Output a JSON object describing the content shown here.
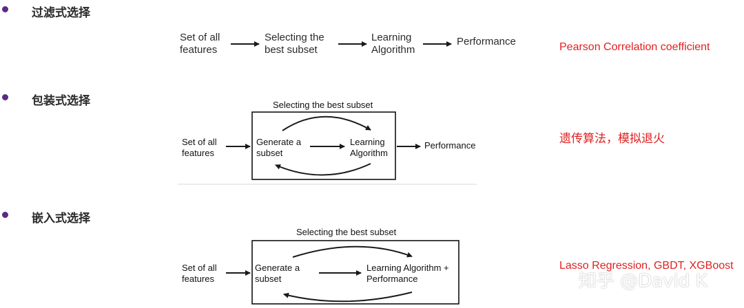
{
  "sections": [
    {
      "heading": "过滤式选择",
      "flow": [
        "Set of all\nfeatures",
        "Selecting the\nbest subset",
        "Learning\nAlgorithm",
        "Performance"
      ],
      "note": "Pearson Correlation coefficient"
    },
    {
      "heading": "包装式选择",
      "box_caption": "Selecting the best subset",
      "input": "Set of all\nfeatures",
      "inner_left": "Generate a\nsubset",
      "inner_right": "Learning\nAlgorithm",
      "output": "Performance",
      "note": "遗传算法，模拟退火"
    },
    {
      "heading": "嵌入式选择",
      "box_caption": "Selecting the best subset",
      "input": "Set of all\nfeatures",
      "inner_left": "Generate a\nsubset",
      "inner_right": "Learning Algorithm +\nPerformance",
      "note": "Lasso Regression, GBDT, XGBoost"
    }
  ],
  "watermark": "知乎 @David K",
  "colors": {
    "bullet": "#5b2a86",
    "note": "#e02020",
    "line": "#1a1a1a"
  }
}
